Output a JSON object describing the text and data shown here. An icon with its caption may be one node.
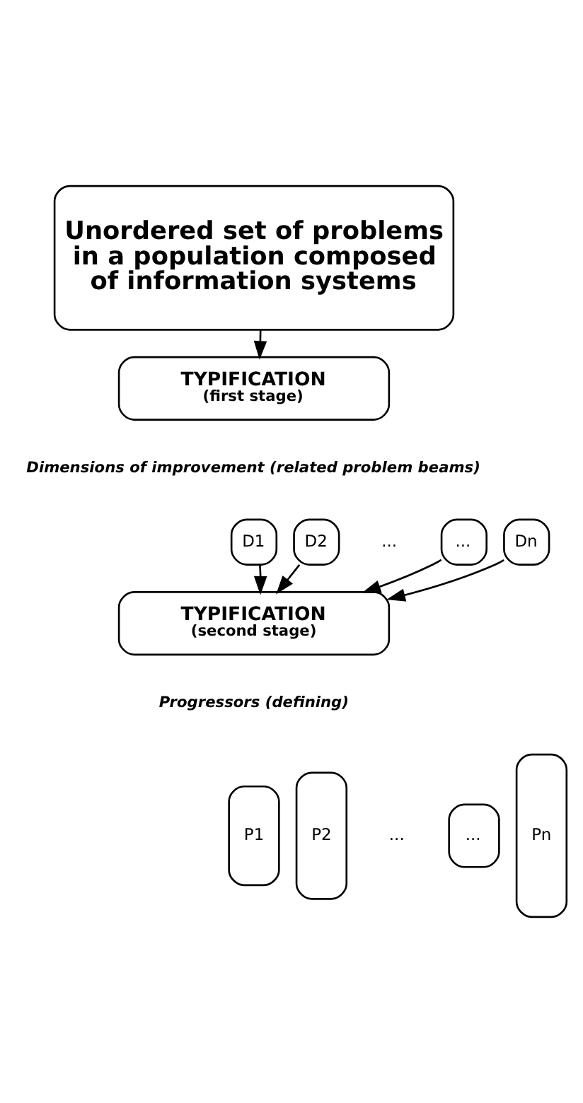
{
  "diagram": {
    "nodes": [
      {
        "text": [
          "Unordered set of problems in a population composed of information systems"
        ]
      },
      {
        "text": [
          "TYPIFICATION",
          "(first stage)"
        ]
      },
      {
        "text": [
          "D1"
        ]
      },
      {
        "text": [
          "D2"
        ]
      },
      {
        "text": [
          "..."
        ]
      },
      {
        "text": [
          "Dn"
        ]
      },
      {
        "text": [
          "TYPIFICATION",
          "(second stage)"
        ]
      },
      {
        "text": [
          "P1"
        ]
      },
      {
        "text": [
          "P2"
        ]
      },
      {
        "text": [
          "..."
        ]
      },
      {
        "text": [
          "Pn"
        ]
      }
    ],
    "edges": [
      {
        "from": 0,
        "to": 1,
        "arrow": "to"
      },
      {
        "from": 2,
        "to": 6,
        "arrow": "to"
      },
      {
        "from": 3,
        "to": 6,
        "arrow": "to"
      },
      {
        "from": 4,
        "to": 6,
        "arrow": "to"
      },
      {
        "from": 5,
        "to": 6,
        "arrow": "to"
      }
    ],
    "labels": [
      "Dimensions of improvement (related problem beams)",
      "...",
      "Progressors (defining)",
      "..."
    ]
  }
}
